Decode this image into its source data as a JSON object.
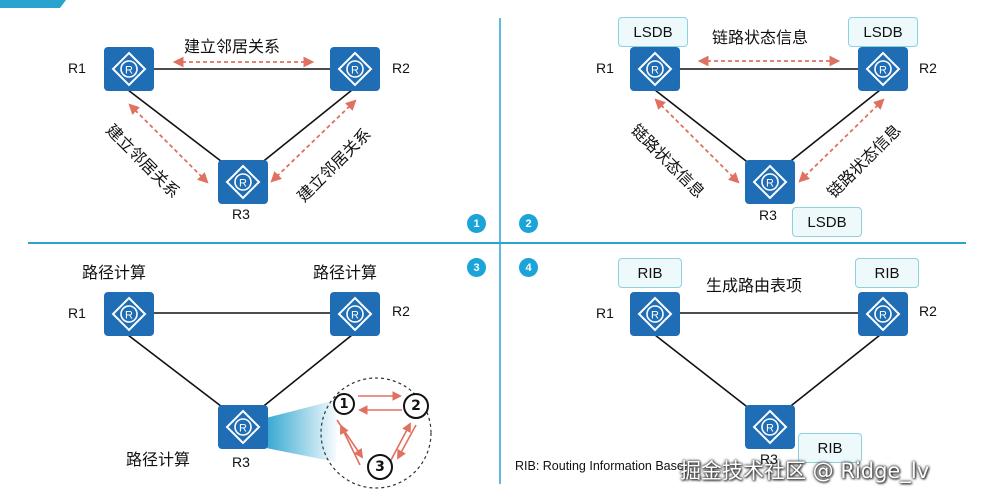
{
  "colors": {
    "divider": "#2aa3cf",
    "router": "#1f6db5",
    "arrow": "#e07060",
    "badge": "#1aa4d8"
  },
  "panel1": {
    "badge": "1",
    "r1": "R1",
    "r2": "R2",
    "r3": "R3",
    "top_label": "建立邻居关系",
    "left_label": "建立邻居关系",
    "right_label": "建立邻居关系"
  },
  "panel2": {
    "badge": "2",
    "r1": "R1",
    "r2": "R2",
    "r3": "R3",
    "lsdb_r1": "LSDB",
    "lsdb_r2": "LSDB",
    "lsdb_r3": "LSDB",
    "top_label": "链路状态信息",
    "left_label": "链路状态信息",
    "right_label": "链路状态信息"
  },
  "panel3": {
    "badge": "3",
    "r1": "R1",
    "r2": "R2",
    "r3": "R3",
    "calc_r1": "路径计算",
    "calc_r2": "路径计算",
    "calc_r3": "路径计算",
    "node1": "1",
    "node2": "2",
    "node3": "3"
  },
  "panel4": {
    "badge": "4",
    "r1": "R1",
    "r2": "R2",
    "r3": "R3",
    "rib_r1": "RIB",
    "rib_r2": "RIB",
    "rib_r3": "RIB",
    "title": "生成路由表项"
  },
  "footer": "RIB: Routing Information Base",
  "watermark": "掘金技术社区 @ Ridge_lv",
  "icon_names": [
    "router-icon",
    "dashed-double-arrow",
    "number-badge"
  ]
}
